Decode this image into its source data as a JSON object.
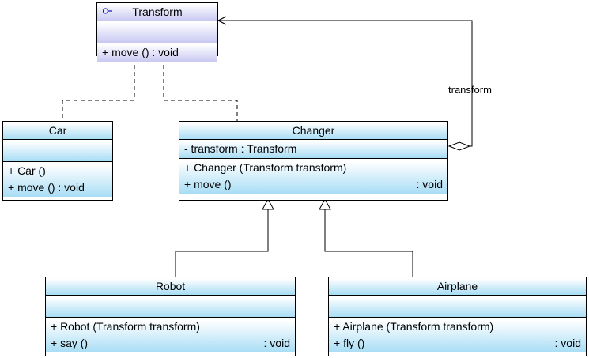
{
  "diagram": {
    "type": "uml-class-diagram",
    "background": "#ffffff",
    "line_color": "#000000",
    "class_fill_top": "#ffffff",
    "class_fill_bottom": "#a8ddf5",
    "interface_fill_bottom": "#c9c8f2",
    "border_color": "#000000"
  },
  "classes": {
    "transform": {
      "name": "Transform",
      "stereotype_icon": "interface-lollipop-icon",
      "attributes": [],
      "operations": [
        {
          "text": "+ move () : void",
          "ret": ""
        }
      ]
    },
    "car": {
      "name": "Car",
      "attributes": [],
      "operations": [
        {
          "text": "+ Car ()",
          "ret": ""
        },
        {
          "text": "+ move () : void",
          "ret": ""
        }
      ]
    },
    "changer": {
      "name": "Changer",
      "attributes": [
        {
          "text": "-  transform  :  Transform"
        }
      ],
      "operations": [
        {
          "text": "+ Changer (Transform transform)",
          "ret": ""
        },
        {
          "text": "+ move ()",
          "ret": ": void"
        }
      ]
    },
    "robot": {
      "name": "Robot",
      "attributes": [],
      "operations": [
        {
          "text": "+ Robot (Transform transform)",
          "ret": ""
        },
        {
          "text": "+ say ()",
          "ret": ": void"
        }
      ]
    },
    "airplane": {
      "name": "Airplane",
      "attributes": [],
      "operations": [
        {
          "text": "+ Airplane (Transform transform)",
          "ret": ""
        },
        {
          "text": "+ fly ()",
          "ret": ": void"
        }
      ]
    }
  },
  "relationships": {
    "car_realizes_transform": {
      "kind": "realization",
      "from": "Car",
      "to": "Transform"
    },
    "changer_realizes_transform": {
      "kind": "realization",
      "from": "Changer",
      "to": "Transform"
    },
    "robot_extends_changer": {
      "kind": "generalization",
      "from": "Robot",
      "to": "Changer"
    },
    "airplane_extends_changer": {
      "kind": "generalization",
      "from": "Airplane",
      "to": "Changer"
    },
    "changer_aggregates_transform": {
      "kind": "aggregation",
      "from": "Changer",
      "to": "Transform",
      "label": "transform"
    }
  }
}
